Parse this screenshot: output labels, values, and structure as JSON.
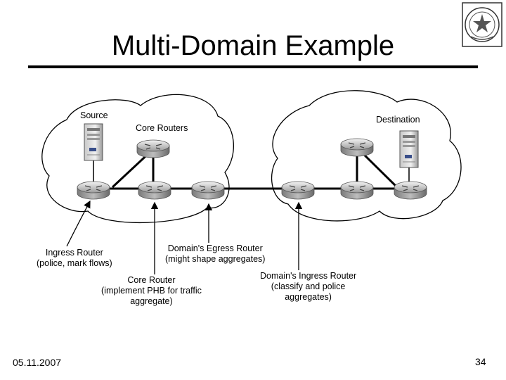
{
  "slide": {
    "title": "Multi-Domain Example",
    "date": "05.11.2007",
    "page_number": "34"
  },
  "diagram": {
    "domain_labels": {
      "source": "Source",
      "core_routers": "Core Routers",
      "destination": "Destination"
    },
    "callouts": {
      "ingress_router": [
        "Ingress Router",
        "(police, mark flows)"
      ],
      "core_router": [
        "Core Router",
        "(implement PHB for traffic",
        "aggregate)"
      ],
      "egress_router": [
        "Domain's Egress Router",
        "(might shape aggregates)"
      ],
      "domain_ingress_router": [
        "Domain's Ingress Router",
        "(classify and police",
        "aggregates)"
      ]
    }
  }
}
